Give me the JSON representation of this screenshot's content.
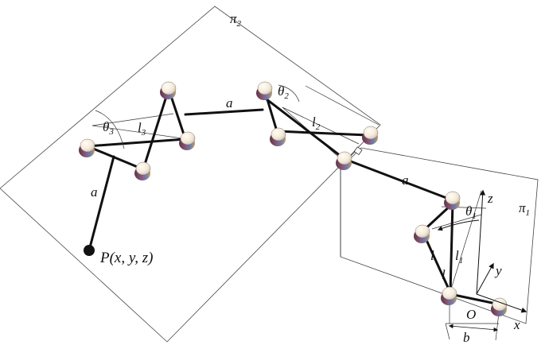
{
  "diagram": {
    "labels": {
      "plane_1": "π",
      "plane_1_sub": "1",
      "plane_2": "π",
      "plane_2_sub": "2",
      "theta_1": "θ",
      "theta_1_sub": "1",
      "theta_2": "θ",
      "theta_2_sub": "2",
      "theta_3": "θ",
      "theta_3_sub": "3",
      "l": "l",
      "l_1": "l",
      "l_1_sub": "1",
      "l_2": "l",
      "l_2_sub": "2",
      "l_3": "l",
      "l_3_sub": "3",
      "a_upper": "a",
      "a_middle": "a",
      "a_left": "a",
      "l_lower": "l",
      "b": "b",
      "origin": "O",
      "x_axis": "x",
      "y_axis": "y",
      "z_axis": "z",
      "end_point": "P(x, y, z)"
    }
  }
}
